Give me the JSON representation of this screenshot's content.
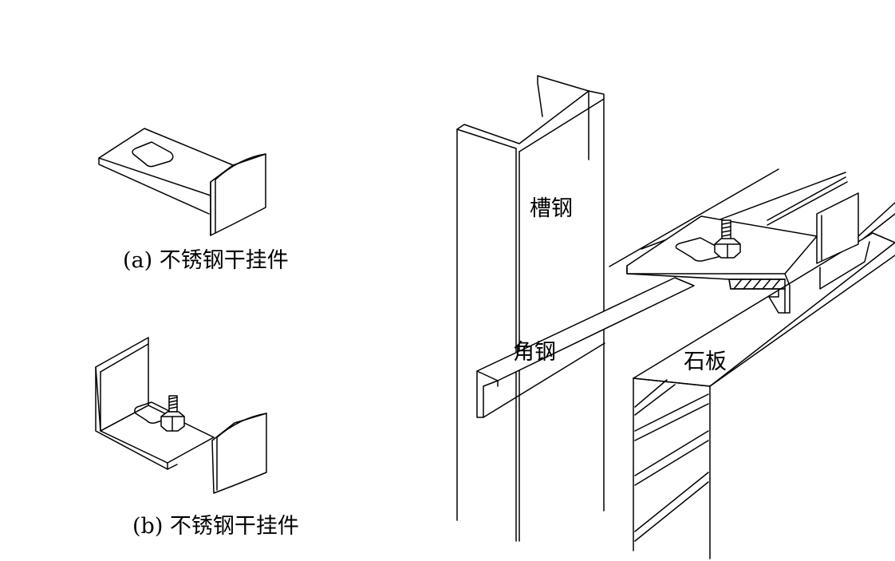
{
  "captions": {
    "a": "(a) 不锈钢干挂件",
    "b": "(b) 不锈钢干挂件"
  },
  "labels": {
    "channel_steel": "槽钢",
    "angle_steel": "角钢",
    "stone_slab": "石板"
  }
}
